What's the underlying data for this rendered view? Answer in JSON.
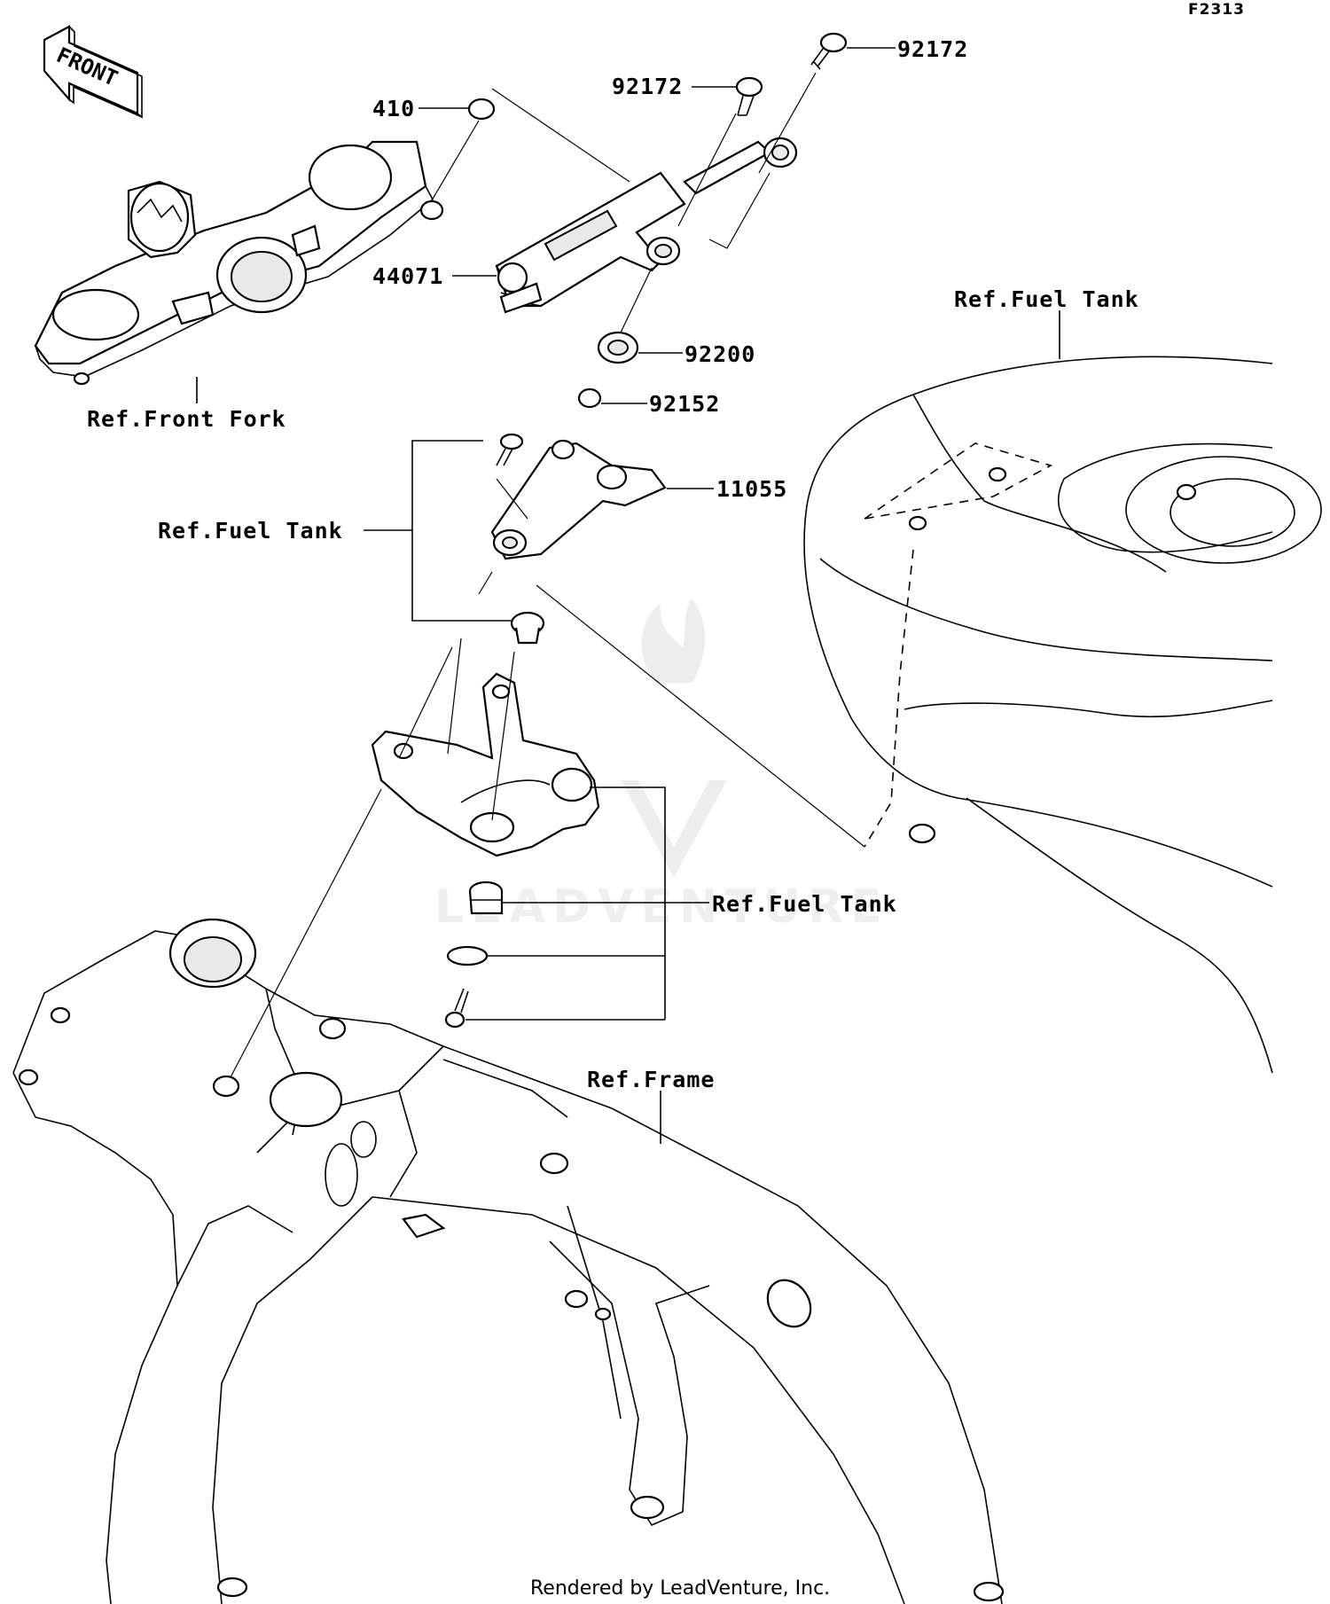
{
  "diagram_code": "F2313",
  "front_arrow_label": "FRONT",
  "parts": {
    "p92172_top": "92172",
    "p92172_mid": "92172",
    "p410": "410",
    "p44071": "44071",
    "p92200": "92200",
    "p92152": "92152",
    "p11055": "11055"
  },
  "references": {
    "front_fork": "Ref.Front Fork",
    "fuel_tank_upper": "Ref.Fuel Tank",
    "fuel_tank_left": "Ref.Fuel Tank",
    "fuel_tank_lower": "Ref.Fuel Tank",
    "frame": "Ref.Frame"
  },
  "watermark": "LEADVENTURE",
  "footer": "Rendered by LeadVenture, Inc."
}
